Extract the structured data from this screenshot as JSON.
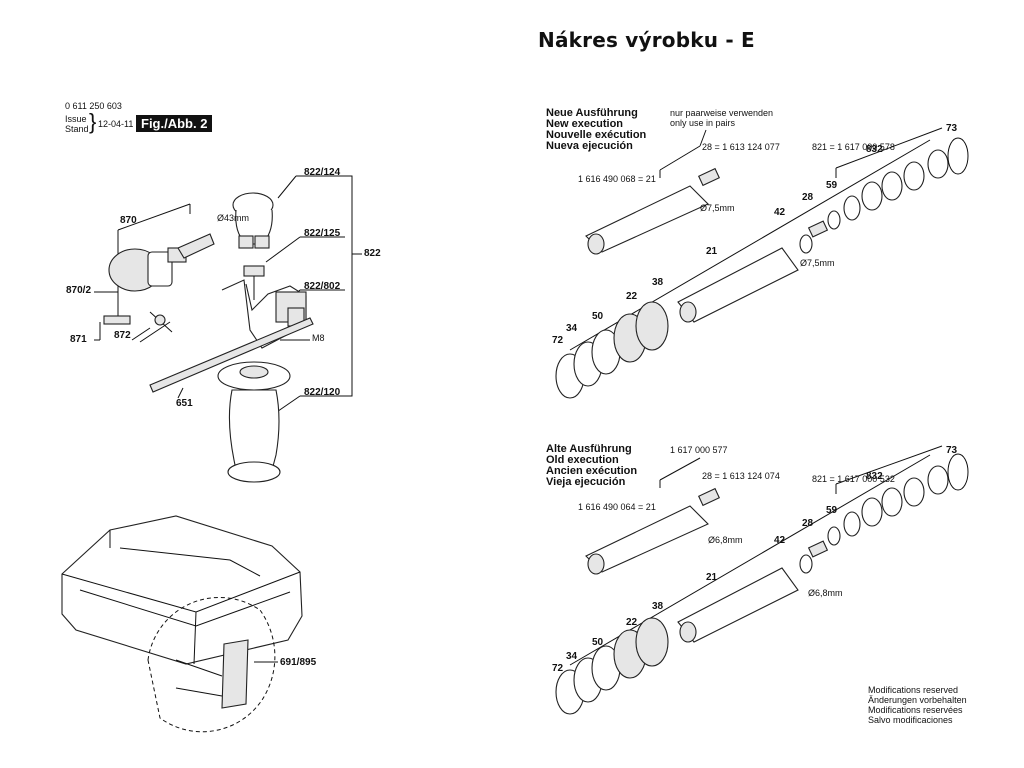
{
  "title": "Nákres výrobku - E",
  "header": {
    "part_number": "0 611 250 603",
    "issue_label": "Issue",
    "stand_label": "Stand",
    "date": "12-04-11",
    "figure": "Fig./Abb. 2"
  },
  "left_labels": {
    "l822_124": "822/124",
    "l822_125": "822/125",
    "l822_802": "822/802",
    "l822_120": "822/120",
    "l822": "822",
    "l870": "870",
    "l870_2": "870/2",
    "l871": "871",
    "l872": "872",
    "l651": "651",
    "diam43": "Ø43mm",
    "m8": "M8",
    "l691_895": "691/895"
  },
  "new_section": {
    "heading": [
      "Neue Ausführung",
      "New execution",
      "Nouvelle exécution",
      "Nueva ejecución"
    ],
    "note": [
      "nur paarweise verwenden",
      "only use in pairs"
    ],
    "p28_ref": "28 = 1 613 124 077",
    "p21_ref": "1 616 490 068 = 21",
    "p821_ref": "821 = 1 617 000 578",
    "diam_a": "Ø7,5mm",
    "diam_b": "Ø7,5mm"
  },
  "old_section": {
    "heading": [
      "Alte Ausführung",
      "Old execution",
      "Ancien exécution",
      "Vieja ejecución"
    ],
    "ref_top": "1 617 000 577",
    "p28_ref": "28 = 1 613 124 074",
    "p21_ref": "1 616 490 064 = 21",
    "p821_ref": "821 = 1 617 000 532",
    "diam_a": "Ø6,8mm",
    "diam_b": "Ø6,8mm"
  },
  "part_labels": {
    "p73": "73",
    "p832": "832",
    "p59": "59",
    "p28": "28",
    "p42": "42",
    "p21": "21",
    "p38": "38",
    "p22": "22",
    "p50": "50",
    "p34": "34",
    "p72": "72"
  },
  "footer": [
    "Modifications reserved",
    "Änderungen vorbehalten",
    "Modifications reservées",
    "Salvo modificaciones"
  ]
}
